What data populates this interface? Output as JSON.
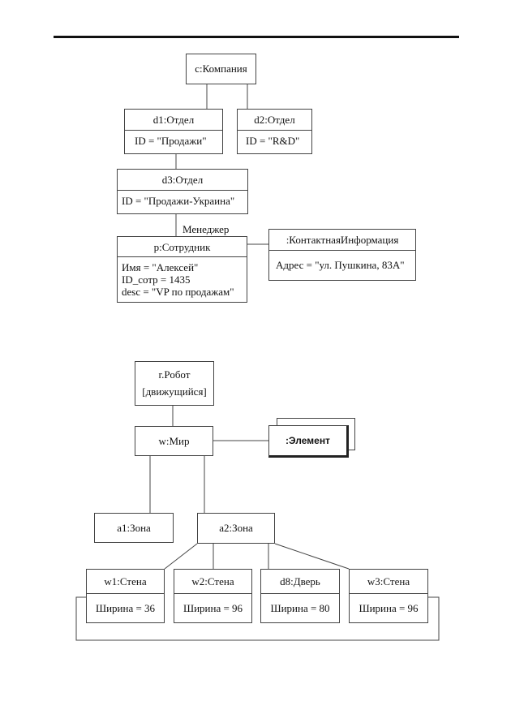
{
  "diagram1": {
    "company": {
      "name": "c:Компания"
    },
    "dept1": {
      "name": "d1:Отдел",
      "attr": "ID = \"Продажи\""
    },
    "dept2": {
      "name": "d2:Отдел",
      "attr": "ID = \"R&D\""
    },
    "dept3": {
      "name": "d3:Отдел",
      "attr": "ID = \"Продажи-Украина\""
    },
    "link_label": "Менеджер",
    "employee": {
      "name": "p:Сотрудник",
      "attrs": [
        "Имя = \"Алексей\"",
        "ID_сотр = 1435",
        "desc = \"VP по продажам\""
      ]
    },
    "contact": {
      "name": ":КонтактнаяИнформация",
      "attr": "Адрес = \"ул. Пушкина, 83А\""
    }
  },
  "diagram2": {
    "robot": {
      "name": "r.Робот",
      "stereotype": "[движущийся]"
    },
    "world": {
      "name": "w:Мир"
    },
    "element": {
      "name": ":Элемент"
    },
    "zone1": {
      "name": "a1:Зона"
    },
    "zone2": {
      "name": "a2:Зона"
    },
    "walls": [
      {
        "name": "w1:Стена",
        "attr": "Ширина = 36"
      },
      {
        "name": "w2:Стена",
        "attr": "Ширина = 96"
      },
      {
        "name": "d8:Дверь",
        "attr": "Ширина = 80"
      },
      {
        "name": "w3:Стена",
        "attr": "Ширина = 96"
      }
    ]
  }
}
